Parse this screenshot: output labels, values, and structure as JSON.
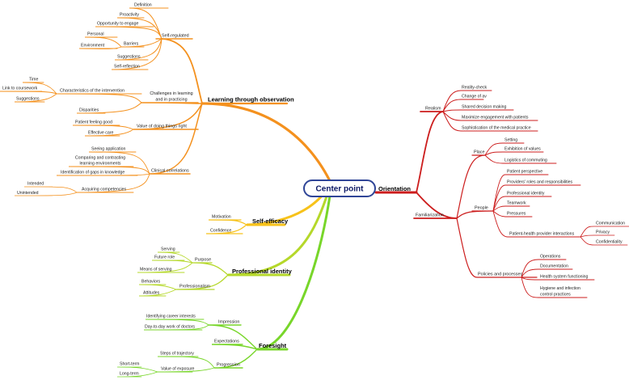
{
  "center": {
    "label": "Center point"
  },
  "colors": {
    "learning": "#f4911e",
    "self_efficacy": "#f7c21a",
    "professional_identity": "#b5d82a",
    "foresight": "#78d62a",
    "orientation": "#cc1d1d",
    "center_border": "#2f4597"
  },
  "labels": {
    "learning": "Learning through observation",
    "self_regulated": "Self-regulated",
    "definition": "Definition",
    "proactivity": "Proactivity",
    "opportunity": "Opportunity to engage",
    "barriers": "Barriers",
    "personal": "Personal",
    "environment": "Environment",
    "suggestions_sr": "Suggestions",
    "self_reflection": "Self-reflection",
    "challenges_1": "Challenges in learning",
    "challenges_2": "and in practicing",
    "characteristics": "Characteristics of the intervention",
    "time": "Time",
    "link_coursework": "Link to coursework",
    "suggestions_ch": "Suggestions",
    "disparities": "Disparities",
    "value_right": "Value of doing things right",
    "patient_good": "Patient feeling good",
    "effective_care": "Effective care",
    "clinical": "Clinical correlations",
    "seeing_app": "Seeing application",
    "comparing_1": "Comparing and contrasting",
    "comparing_2": "learning environments",
    "gaps": "Identification of gaps in knowledge",
    "acquiring": "Acquiring competencies",
    "intended": "Intended",
    "unintended": "Unintended",
    "self_efficacy": "Self-efficacy",
    "motivation": "Motivation",
    "confidence": "Confidence",
    "professional_identity": "Professional identity",
    "purpose": "Purpose",
    "serving": "Serving",
    "future_role": "Future role",
    "means_serving": "Means of serving",
    "professionalism": "Professionalism",
    "behaviors": "Behaviors",
    "attitudes": "Attitudes",
    "foresight": "Foresight",
    "impression": "Impression",
    "career_interests": "Identifying career interests",
    "day_to_day": "Day-to-day work of doctors",
    "expectations": "Expectations",
    "progression": "Progression",
    "steps_traj": "Steps of trajectory",
    "value_exposure": "Value of exposure",
    "short_term": "Short-term",
    "long_term": "Long-term",
    "orientation": "Orientation",
    "realism": "Realism",
    "reality_check": "Reality-check",
    "change_av": "Change of av",
    "shared_decision": "Shared decision making",
    "maximize": "Maximize engagement with patients",
    "sophistication": "Sophistication of the medical practice",
    "familiarization": "Familiarization",
    "place": "Place",
    "setting": "Setting",
    "exhibition": "Exhibition of values",
    "logistics": "Logistics of commuting",
    "people": "People",
    "patient_persp": "Patient perspective",
    "providers_roles": "Providers' roles and responsibilities",
    "prof_identity_o": "Professional identity",
    "teamwork": "Teamwork",
    "pressures": "Pressures",
    "php_interactions": "Patient-health provider interactions",
    "communication": "Communication",
    "privacy": "Privacy",
    "confidentiality": "Confidentiality",
    "policies": "Policies and processes",
    "operations": "Operations",
    "documentation": "Documentation",
    "health_system": "Health system functioning",
    "hygiene_1": "Hygiene and infection",
    "hygiene_2": "control practices"
  }
}
